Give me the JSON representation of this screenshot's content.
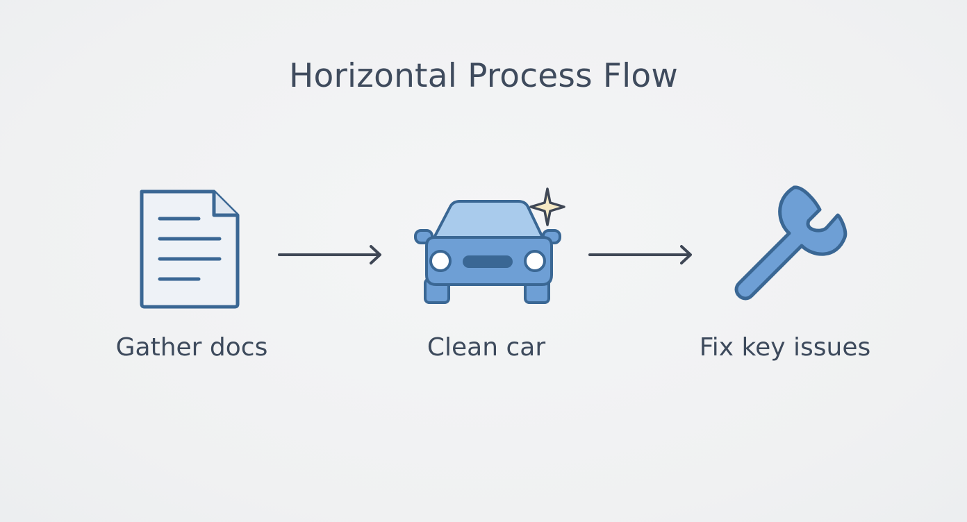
{
  "diagram": {
    "title": "Horizontal Process Flow",
    "colors": {
      "stroke": "#3a6794",
      "fill": "#6e9fd5",
      "fill_light": "#a9cbec",
      "paper": "#eef2f7",
      "arrow": "#3f4755",
      "sparkle": "#f6e9c4",
      "text": "#3d4a5c"
    },
    "steps": [
      {
        "icon": "document-icon",
        "label": "Gather docs"
      },
      {
        "icon": "car-icon",
        "label": "Clean car"
      },
      {
        "icon": "wrench-icon",
        "label": "Fix key issues"
      }
    ]
  }
}
